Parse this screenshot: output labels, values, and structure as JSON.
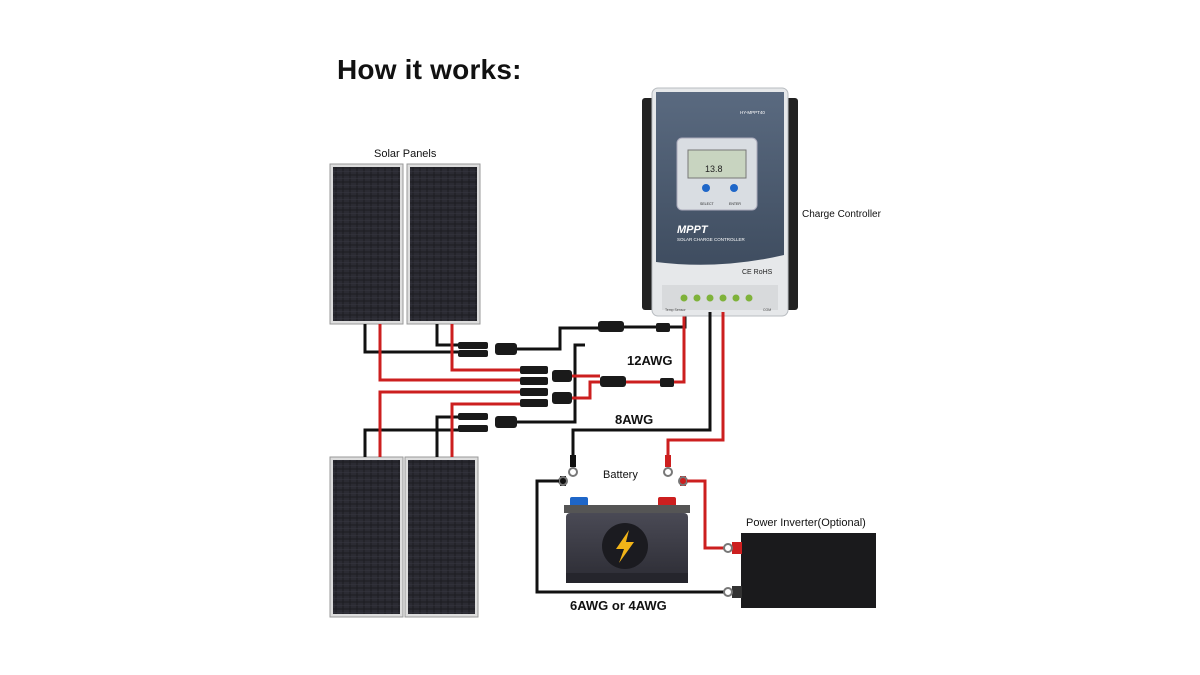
{
  "title": "How it works:",
  "labels": {
    "solar_panels": "Solar Panels",
    "charge_controller": "Charge Controller",
    "battery": "Battery",
    "power_inverter": "Power Inverter(Optional)"
  },
  "wire_gauges": {
    "panel_to_controller": "12AWG",
    "controller_to_battery": "8AWG",
    "battery_to_inverter": "6AWG or 4AWG"
  },
  "controller": {
    "model": "HY-MPPT40",
    "display_value": "13.8",
    "button_select": "SELECT",
    "button_enter": "ENTER",
    "brand_line1": "MPPT",
    "brand_line2": "SOLAR CHARGE CONTROLLER",
    "cert": "CE RoHS",
    "port_left": "Temp Sensor",
    "port_right": "COM"
  },
  "colors": {
    "positive_wire": "#cc1f1f",
    "negative_wire": "#111111",
    "controller_body": "#4e5d70",
    "battery_body": "#3a3a44"
  },
  "icons": [
    "solar-panel-icon",
    "charge-controller-icon",
    "battery-icon",
    "lightning-icon",
    "inverter-icon",
    "mc4-connector-icon"
  ]
}
